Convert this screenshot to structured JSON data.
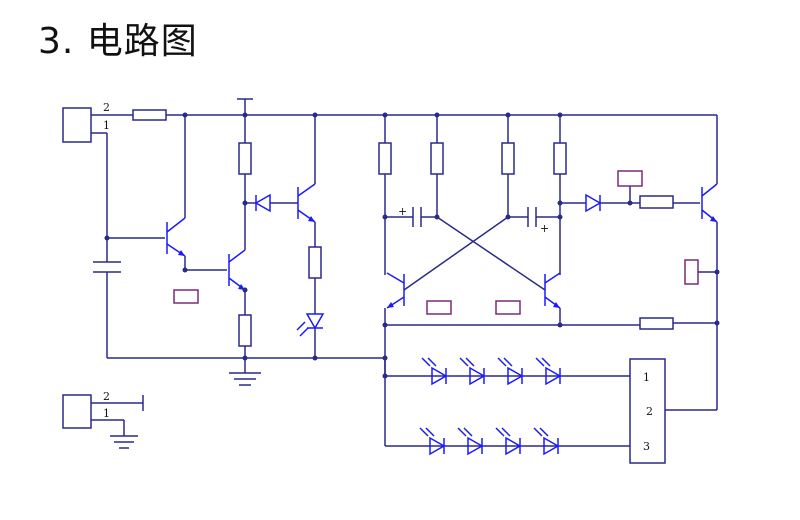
{
  "page": {
    "title": "3. 电路图"
  },
  "colors": {
    "wire": "#2a2a8a",
    "component": "#1a1aff",
    "sensor": "#7a2a7a",
    "background": "#ffffff"
  },
  "schematic": {
    "connector_top": {
      "pin_a": "2",
      "pin_b": "1"
    },
    "connector_bottom": {
      "pin_a": "2",
      "pin_b": "1"
    },
    "led_driver": {
      "pin1": "1",
      "pin2": "2",
      "pin3": "3"
    },
    "polarity_plus": "+"
  }
}
